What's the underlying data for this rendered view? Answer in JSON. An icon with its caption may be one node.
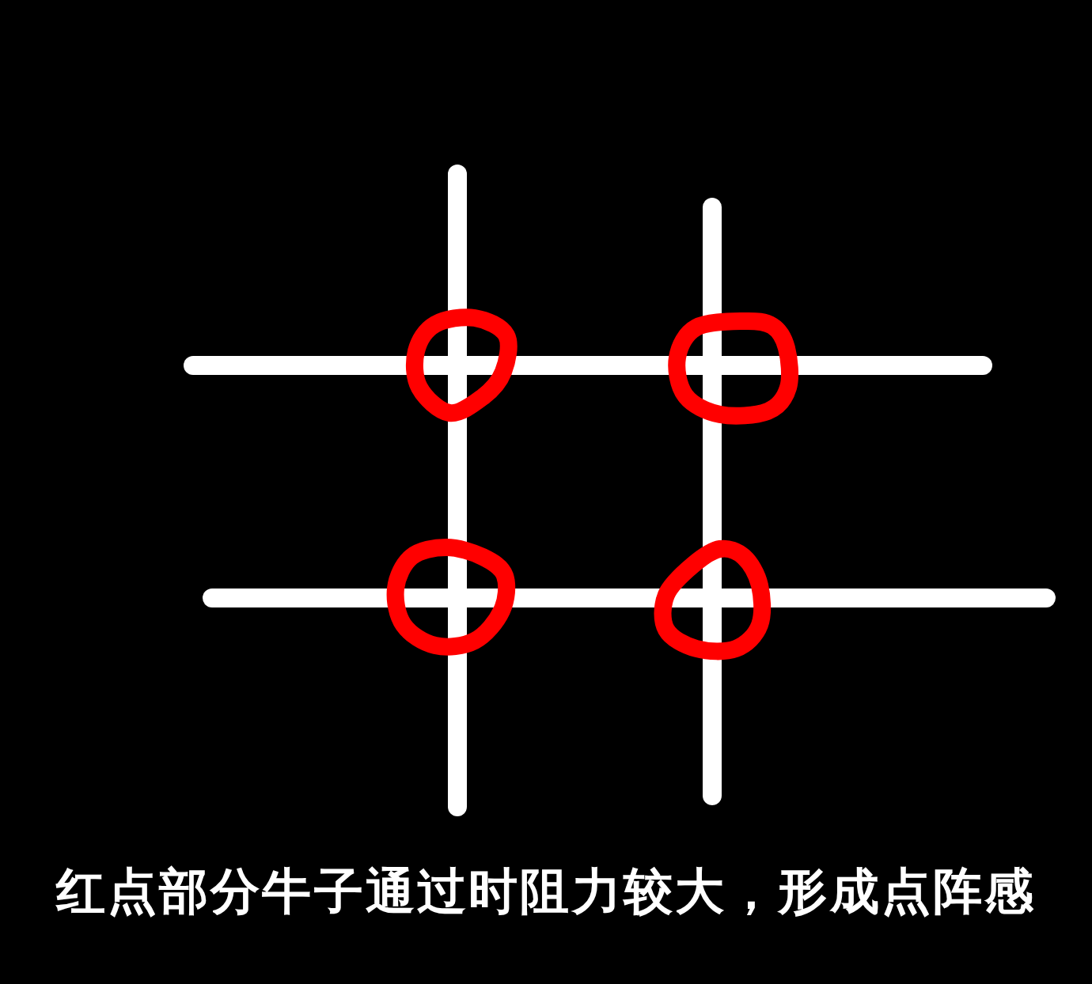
{
  "diagram": {
    "caption": "红点部分牛子通过时阻力较大，形成点阵感",
    "nodes": [
      {
        "text": [],
        "shape": "circle"
      },
      {
        "text": [],
        "shape": "circle"
      },
      {
        "text": [],
        "shape": "circle"
      },
      {
        "text": [],
        "shape": "circle"
      }
    ]
  }
}
